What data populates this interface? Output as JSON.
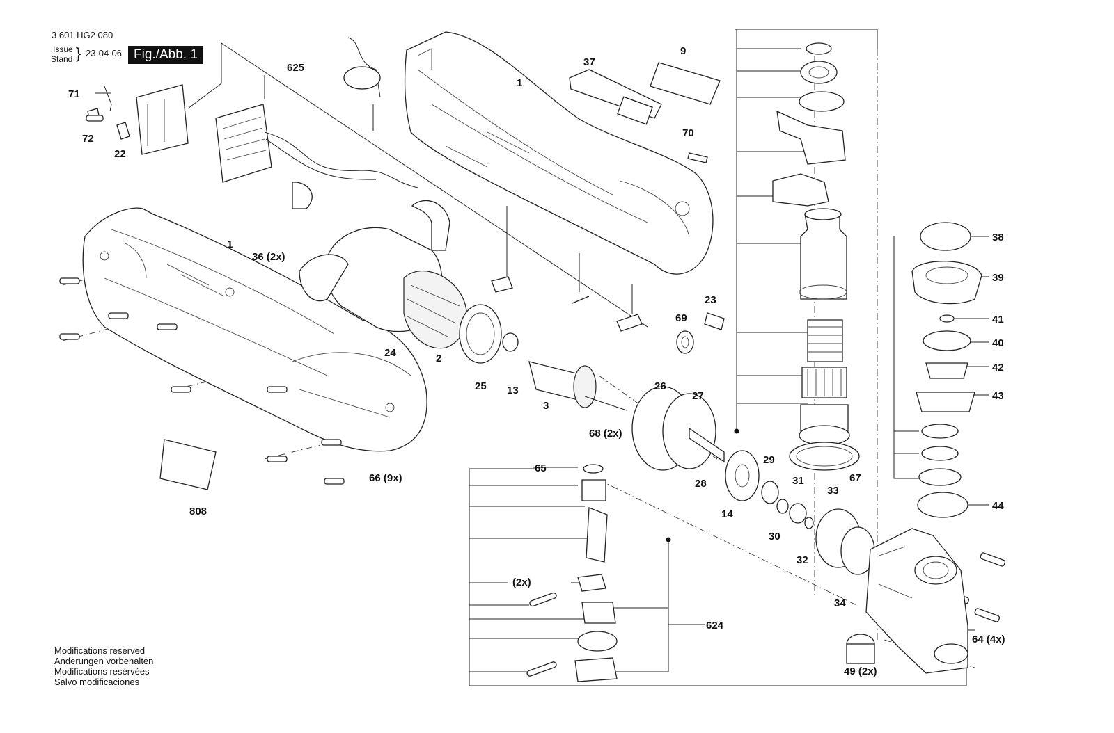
{
  "header": {
    "part_number": "3 601 HG2 080",
    "issue_label": "Issue",
    "stand_label": "Stand",
    "date": "23-04-06",
    "figure_label": "Fig./Abb. 1"
  },
  "footer_notes": [
    "Modifications reserved",
    "Änderungen vorbehalten",
    "Modifications resérvées",
    "Salvo modificaciones"
  ],
  "labels": [
    {
      "key": "625",
      "text": "625"
    },
    {
      "key": "9",
      "text": "9"
    },
    {
      "key": "37",
      "text": "37"
    },
    {
      "key": "1a",
      "text": "1"
    },
    {
      "key": "71",
      "text": "71"
    },
    {
      "key": "72",
      "text": "72"
    },
    {
      "key": "22",
      "text": "22"
    },
    {
      "key": "70",
      "text": "70"
    },
    {
      "key": "1b",
      "text": "1"
    },
    {
      "key": "36",
      "text": "36 (2x)"
    },
    {
      "key": "38",
      "text": "38"
    },
    {
      "key": "39",
      "text": "39"
    },
    {
      "key": "23",
      "text": "23"
    },
    {
      "key": "41",
      "text": "41"
    },
    {
      "key": "40",
      "text": "40"
    },
    {
      "key": "69",
      "text": "69"
    },
    {
      "key": "24",
      "text": "24"
    },
    {
      "key": "2",
      "text": "2"
    },
    {
      "key": "42",
      "text": "42"
    },
    {
      "key": "25",
      "text": "25"
    },
    {
      "key": "13",
      "text": "13"
    },
    {
      "key": "26",
      "text": "26"
    },
    {
      "key": "43",
      "text": "43"
    },
    {
      "key": "27",
      "text": "27"
    },
    {
      "key": "3",
      "text": "3"
    },
    {
      "key": "68",
      "text": "68 (2x)"
    },
    {
      "key": "29",
      "text": "29"
    },
    {
      "key": "67",
      "text": "67"
    },
    {
      "key": "65",
      "text": "65"
    },
    {
      "key": "66",
      "text": "66 (9x)"
    },
    {
      "key": "28",
      "text": "28"
    },
    {
      "key": "31",
      "text": "31"
    },
    {
      "key": "33",
      "text": "33"
    },
    {
      "key": "44",
      "text": "44"
    },
    {
      "key": "808",
      "text": "808"
    },
    {
      "key": "14",
      "text": "14"
    },
    {
      "key": "30",
      "text": "30"
    },
    {
      "key": "32",
      "text": "32"
    },
    {
      "key": "2x",
      "text": "(2x)"
    },
    {
      "key": "34",
      "text": "34"
    },
    {
      "key": "624",
      "text": "624"
    },
    {
      "key": "64",
      "text": "64 (4x)"
    },
    {
      "key": "49",
      "text": "49 (2x)"
    }
  ]
}
